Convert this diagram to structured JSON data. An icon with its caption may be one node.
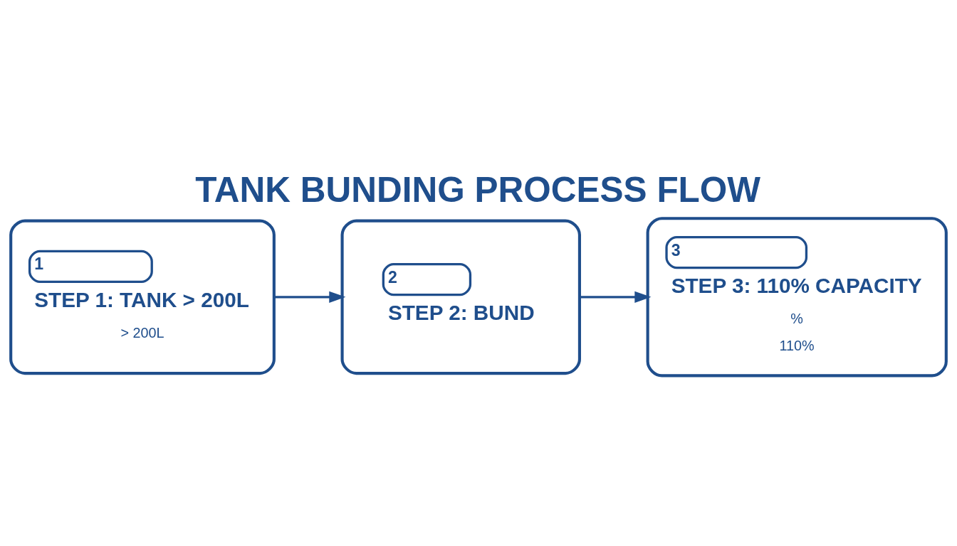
{
  "diagram": {
    "title": "TANK BUNDING PROCESS FLOW",
    "nodes": [
      {
        "text": [
          "1",
          "STEP 1: TANK > 200L",
          "> 200L"
        ]
      },
      {
        "text": [
          "2",
          "STEP 2: BUND"
        ]
      },
      {
        "text": [
          "3",
          "STEP 3: 110% CAPACITY",
          "%",
          "110%"
        ]
      }
    ],
    "edges": [
      {
        "from": 0,
        "to": 1,
        "arrow": "to"
      },
      {
        "from": 1,
        "to": 2,
        "arrow": "to"
      }
    ]
  }
}
